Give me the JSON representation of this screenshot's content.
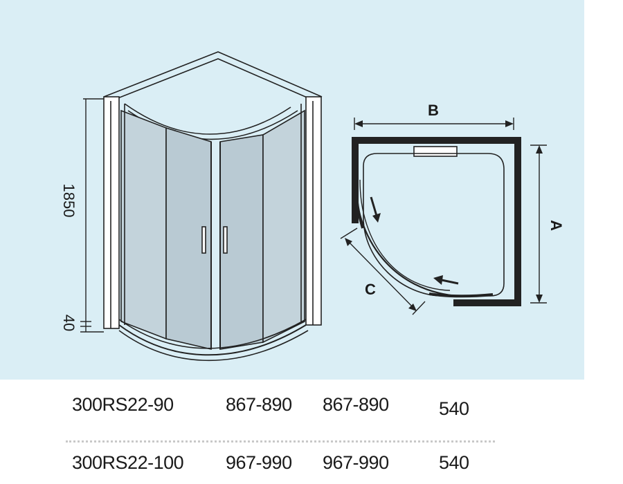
{
  "diagram": {
    "height_label": "1850",
    "base_label": "40",
    "label_a": "A",
    "label_b": "B",
    "label_c": "C"
  },
  "table": {
    "rows": [
      {
        "model": "300RS22-90",
        "a": "867-890",
        "b": "867-890",
        "c": "540"
      },
      {
        "model": "300RS22-100",
        "a": "967-990",
        "b": "967-990",
        "c": "540"
      }
    ]
  }
}
